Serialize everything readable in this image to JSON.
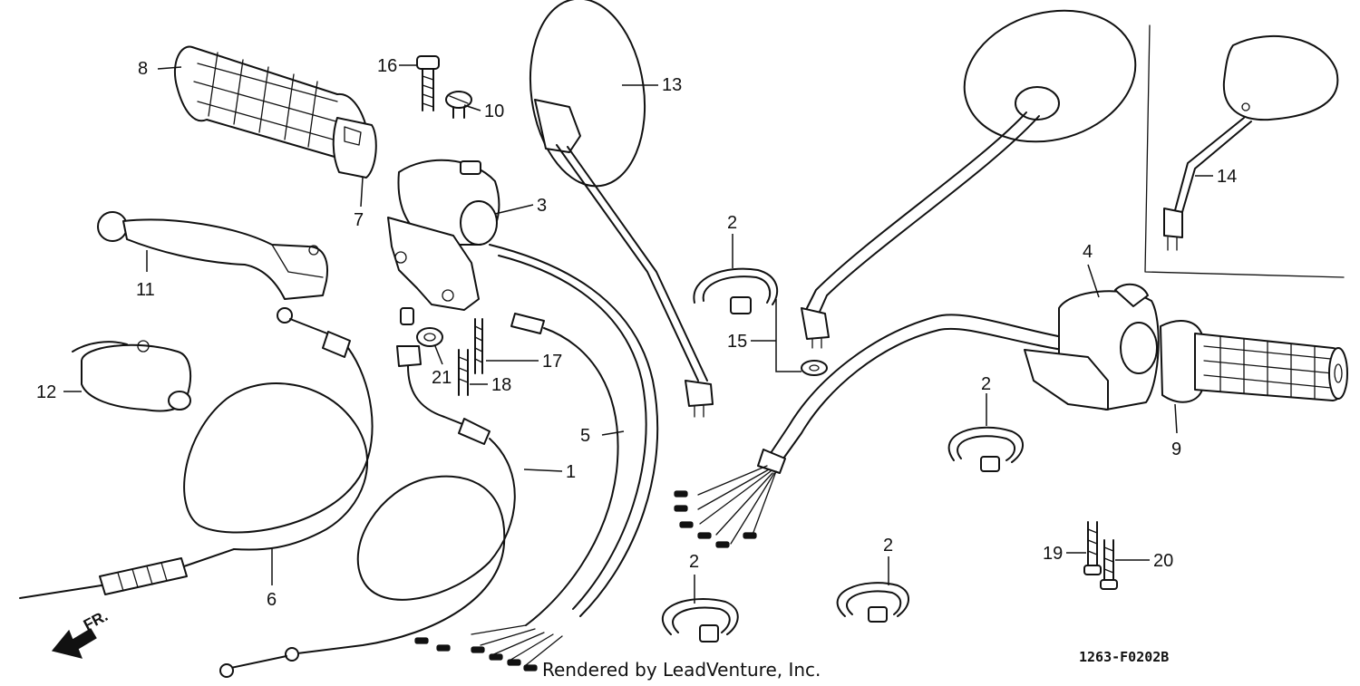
{
  "diagram": {
    "callouts": {
      "c1": "1",
      "c2a": "2",
      "c2b": "2",
      "c2c": "2",
      "c2d": "2",
      "c3": "3",
      "c4": "4",
      "c5": "5",
      "c6": "6",
      "c7": "7",
      "c8": "8",
      "c9": "9",
      "c10": "10",
      "c11": "11",
      "c12": "12",
      "c13": "13",
      "c14": "14",
      "c15": "15",
      "c16": "16",
      "c17": "17",
      "c18": "18",
      "c19": "19",
      "c20": "20",
      "c21": "21"
    },
    "direction_label": "FR.",
    "reference_code": "1263-F0202B",
    "credit": "Rendered by LeadVenture, Inc."
  }
}
